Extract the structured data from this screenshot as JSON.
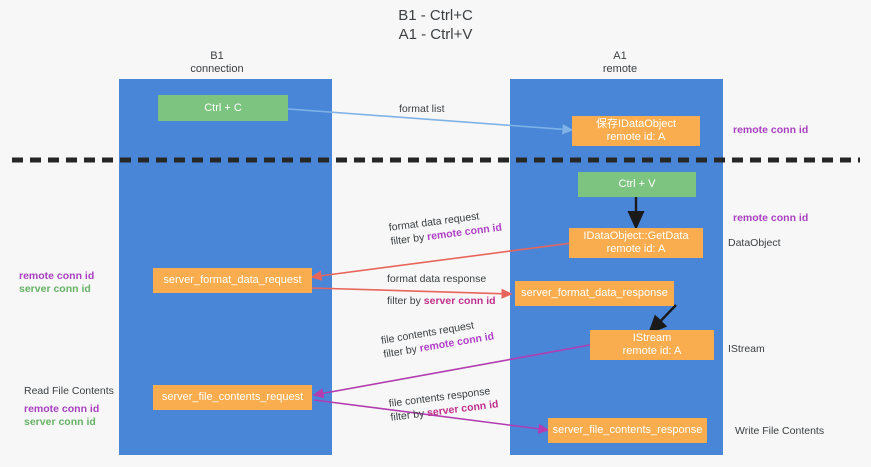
{
  "title": {
    "line1": "B1 - Ctrl+C",
    "line2": "A1 - Ctrl+V"
  },
  "lanes": [
    {
      "name": "b1",
      "head_line1": "B1",
      "head_line2": "connection"
    },
    {
      "name": "a1",
      "head_line1": "A1",
      "head_line2": "remote"
    }
  ],
  "boxes": {
    "ctrl_c": "Ctrl + C",
    "ctrl_v": "Ctrl + V",
    "save_dataobject_l1": "保存IDataObject",
    "save_dataobject_l2": "remote id: A",
    "getdata_l1": "IDataObject::GetData",
    "getdata_l2": "remote id: A",
    "istream_l1": "IStream",
    "istream_l2": "remote id: A",
    "server_format_data_request": "server_format_data_request",
    "server_format_data_response": "server_format_data_response",
    "server_file_contents_request": "server_file_contents_request",
    "server_file_contents_response": "server_file_contents_response"
  },
  "edge_labels": {
    "format_list": "format list",
    "format_data_request": "format data request",
    "format_data_request_filter_prefix": "filter by ",
    "format_data_request_filter_key": "remote conn id",
    "format_data_response": "format data response",
    "format_data_response_filter_prefix": "filter by ",
    "format_data_response_filter_key": "server conn id",
    "file_contents_request": "file contents request",
    "file_contents_request_filter_prefix": "filter by ",
    "file_contents_request_filter_key": "remote conn id",
    "file_contents_response": "file contents response",
    "file_contents_response_filter_prefix": "filter by ",
    "file_contents_response_filter_key": "server conn id"
  },
  "side_notes": {
    "right_remote_conn_id_top": "remote conn id",
    "right_remote_conn_id_mid": "remote conn id",
    "right_dataobject": "DataObject",
    "right_istream": "IStream",
    "right_write_file_contents": "Write File Contents",
    "left_remote_conn_id": "remote conn id",
    "left_server_conn_id": "server conn id",
    "left_read_file_contents": "Read File Contents",
    "left_remote_conn_id_2": "remote conn id",
    "left_server_conn_id_2": "server conn id"
  },
  "colors": {
    "lane": "#4a86d8",
    "green_box": "#7cc47f",
    "orange_box": "#f9ad4e",
    "divider": "#262626",
    "arrow_blue": "#7fb3e8",
    "arrow_red": "#e8655c",
    "arrow_magenta": "#b23cb0",
    "arrow_black": "#1a1a1a",
    "keyword_purple": "#b040c8",
    "keyword_green": "#66b266",
    "background": "#f7f7f7"
  }
}
